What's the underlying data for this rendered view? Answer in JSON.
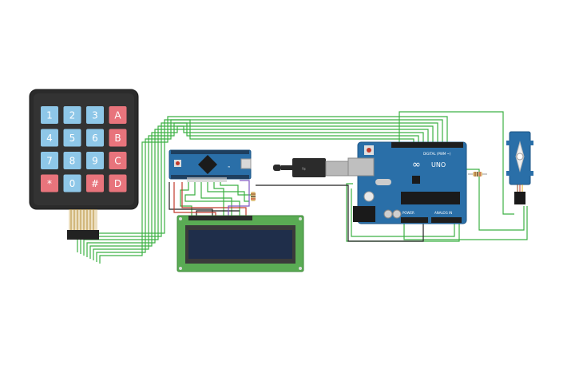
{
  "keypad": {
    "keys": [
      {
        "label": "1",
        "color": "#8ec7e8"
      },
      {
        "label": "2",
        "color": "#8ec7e8"
      },
      {
        "label": "3",
        "color": "#8ec7e8"
      },
      {
        "label": "A",
        "color": "#e8747c"
      },
      {
        "label": "4",
        "color": "#8ec7e8"
      },
      {
        "label": "5",
        "color": "#8ec7e8"
      },
      {
        "label": "6",
        "color": "#8ec7e8"
      },
      {
        "label": "B",
        "color": "#e8747c"
      },
      {
        "label": "7",
        "color": "#8ec7e8"
      },
      {
        "label": "8",
        "color": "#8ec7e8"
      },
      {
        "label": "9",
        "color": "#8ec7e8"
      },
      {
        "label": "C",
        "color": "#e8747c"
      },
      {
        "label": "*",
        "color": "#e8747c"
      },
      {
        "label": "0",
        "color": "#8ec7e8"
      },
      {
        "label": "#",
        "color": "#e8747c"
      },
      {
        "label": "D",
        "color": "#e8747c"
      }
    ]
  },
  "uno": {
    "brand": "UNO",
    "digital_label": "DIGITAL (PWM ~)",
    "power_label": "POWER",
    "analog_label": "ANALOG IN",
    "board_color": "#2a6fa8"
  },
  "micro": {
    "board_color": "#2a6fa8"
  },
  "lcd": {
    "pcb_color": "#5aab54",
    "screen_color": "#1f2e4a"
  },
  "wire_colors": {
    "signal": "#3cb043",
    "ground": "#222222",
    "power": "#c0392b",
    "purple": "#7e57c2"
  }
}
